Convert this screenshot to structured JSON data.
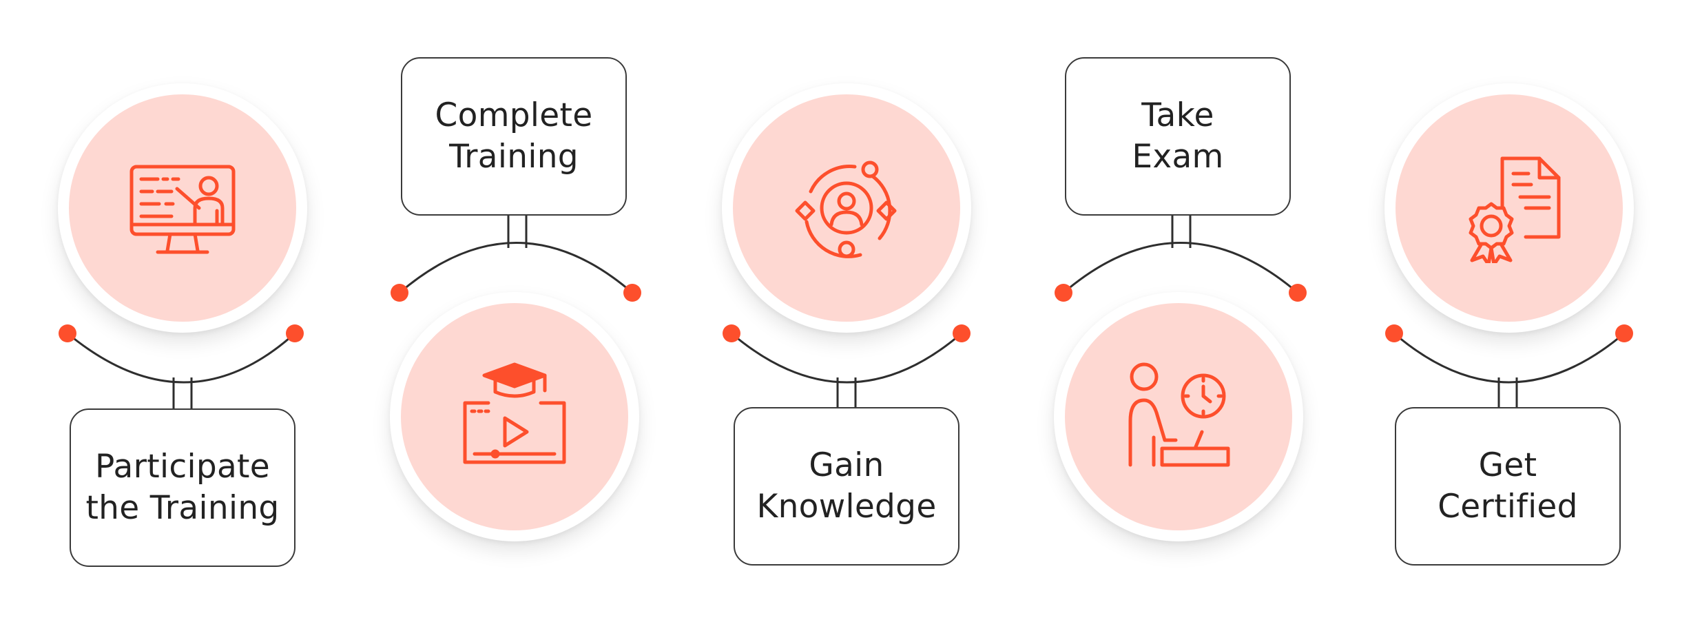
{
  "accent_color": "#fd4f2c",
  "circle_fill_color": "#fed8d2",
  "steps": [
    {
      "line1": "Participate",
      "line2": "the Training",
      "icon": "online-training-monitor-icon"
    },
    {
      "line1": "Complete",
      "line2": "Training",
      "icon": "video-course-graduation-cap-icon"
    },
    {
      "line1": "Gain",
      "line2": "Knowledge",
      "icon": "knowledge-orbit-icon"
    },
    {
      "line1": "Take",
      "line2": "Exam",
      "icon": "timed-exam-icon"
    },
    {
      "line1": "Get",
      "line2": "Certified",
      "icon": "certificate-icon"
    }
  ]
}
